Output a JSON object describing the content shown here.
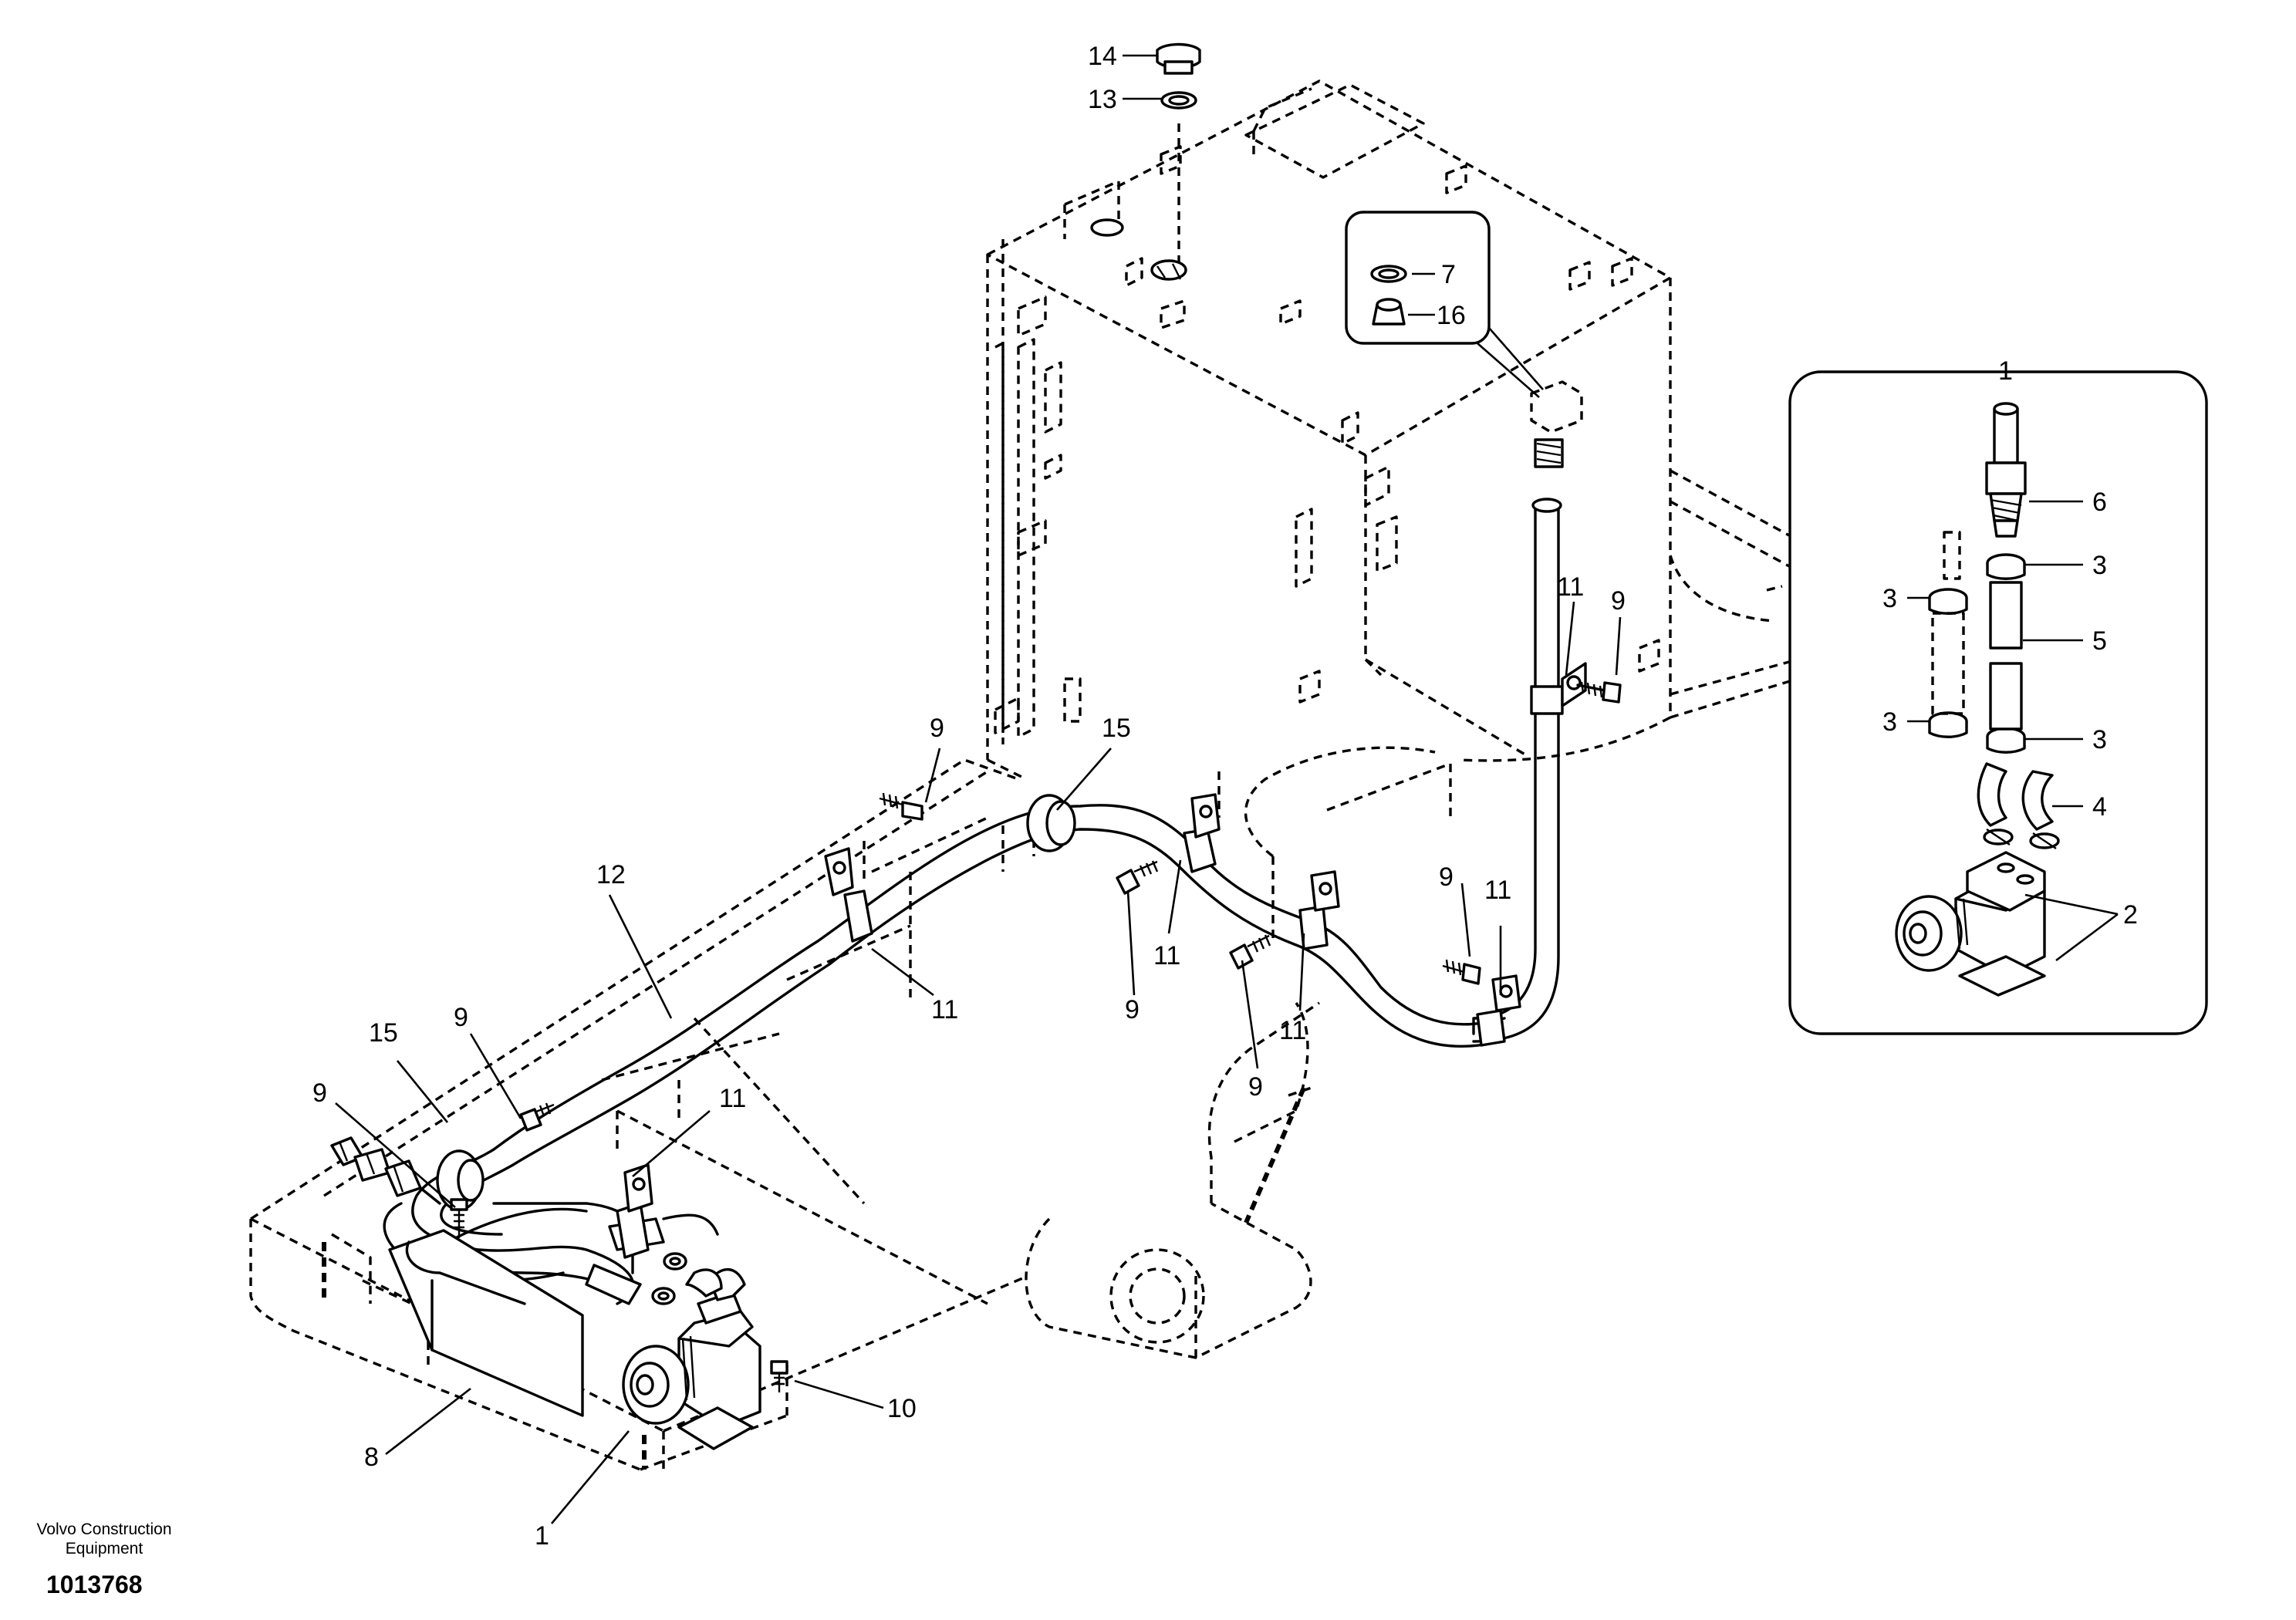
{
  "footer": {
    "maker_line_1": "Volvo Construction",
    "maker_line_2": "Equipment",
    "drawing_number": "1013768"
  },
  "callouts": {
    "c14": "14",
    "c13": "13",
    "c7": "7",
    "c16": "16",
    "c1_inset": "1",
    "c6": "6",
    "c3_a": "3",
    "c3_b": "3",
    "c5": "5",
    "c3_c": "3",
    "c3_d": "3",
    "c4": "4",
    "c2": "2",
    "c11_a": "11",
    "c9_a": "9",
    "c9_b": "9",
    "c15_a": "15",
    "c12": "12",
    "c11_b": "11",
    "c9_c": "9",
    "c11_c": "11",
    "c9_d": "9",
    "c11_d": "11",
    "c9_e": "9",
    "c11_e": "11",
    "c9_f": "9",
    "c15_b": "15",
    "c9_g": "9",
    "c11_f": "11",
    "c10": "10",
    "c8": "8",
    "c1_main": "1"
  }
}
